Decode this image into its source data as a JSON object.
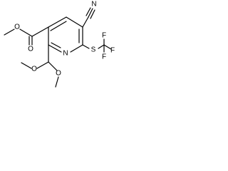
{
  "molecule": {
    "atom_labels": {
      "cyano_n": "N",
      "ring_n": "N",
      "ester_o_carbonyl": "O",
      "ester_o_methoxy": "O",
      "acetal_o_top": "O",
      "acetal_o_bottom": "O",
      "thioether_s": "S",
      "fluorine_1": "F",
      "fluorine_2": "F",
      "fluorine_3": "F"
    }
  }
}
